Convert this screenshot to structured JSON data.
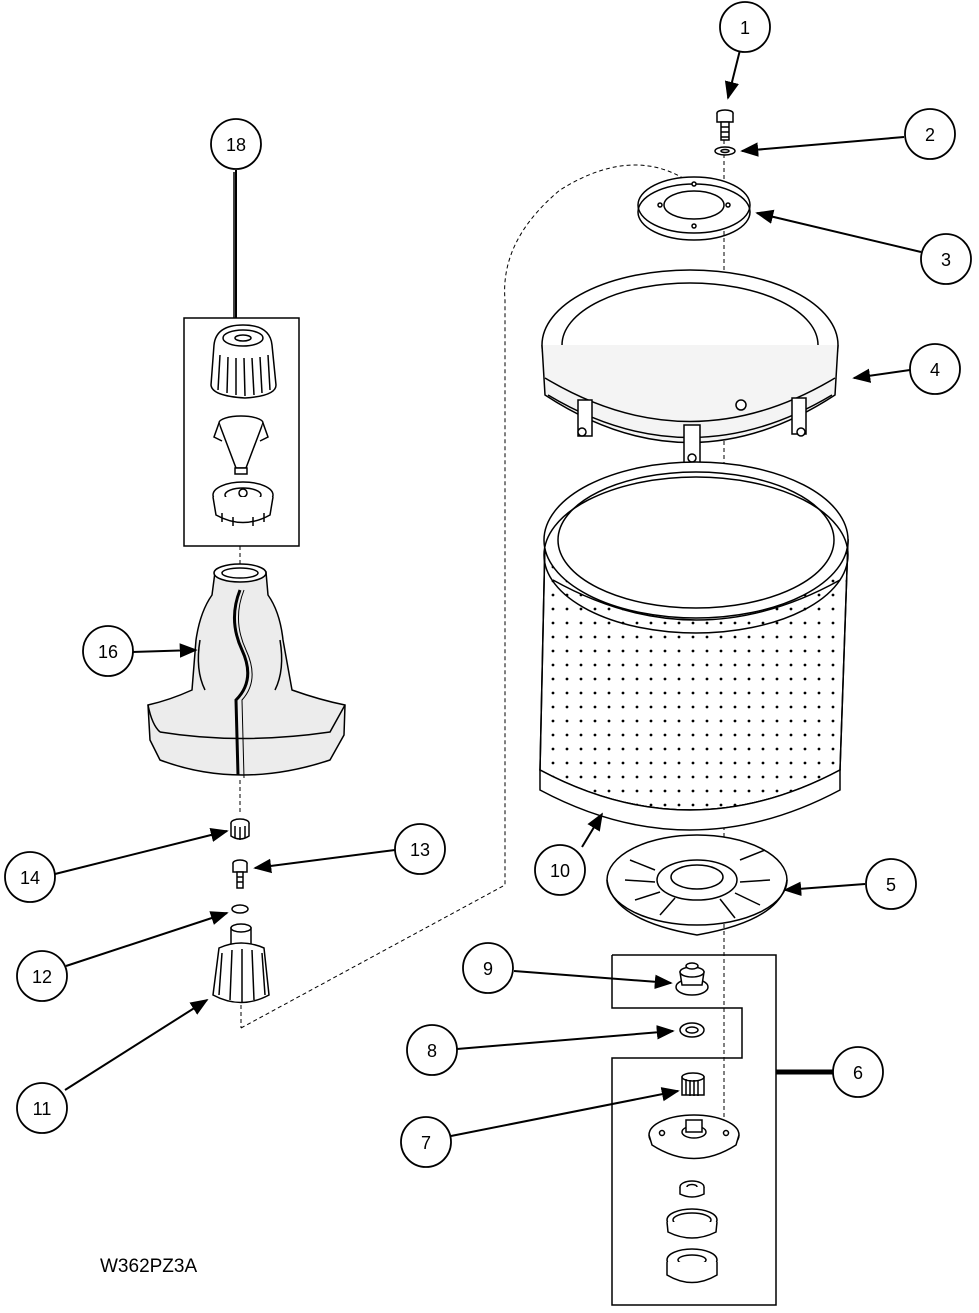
{
  "diagram": {
    "code": "W362PZ3A",
    "callouts": [
      "1",
      "2",
      "3",
      "4",
      "5",
      "6",
      "7",
      "8",
      "9",
      "10",
      "11",
      "12",
      "13",
      "14",
      "16",
      "18"
    ]
  },
  "colors": {
    "ink": "#000000",
    "paper": "#ffffff",
    "shade": "#d9d9d9"
  }
}
